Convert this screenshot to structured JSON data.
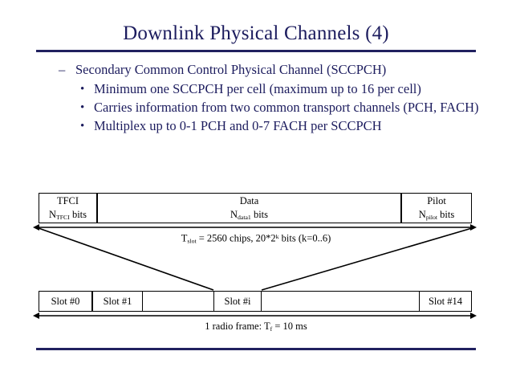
{
  "slide": {
    "title": "Downlink Physical Channels (4)",
    "title_color": "#1c1c5e",
    "rule_color": "#21215f",
    "background": "#ffffff"
  },
  "bullets": {
    "dash_marker": "–",
    "dot_marker": "•",
    "level1": "Secondary Common Control Physical Channel (SCCPCH)",
    "level2": [
      "Minimum one SCCPCH per cell (maximum up to 16 per cell)",
      "Carries information from two common transport channels (PCH, FACH)",
      "Multiplex up to 0-1 PCH and 0-7 FACH per SCCPCH"
    ]
  },
  "diagram": {
    "line_color": "#000000",
    "slot_fields": [
      {
        "name": "TFCI",
        "label": "TFCI",
        "bits_prefix": "N",
        "bits_sub": "TFCI",
        "bits_suffix": " bits"
      },
      {
        "name": "Data",
        "label": "Data",
        "bits_prefix": "N",
        "bits_sub": "data1",
        "bits_suffix": " bits"
      },
      {
        "name": "Pilot",
        "label": "Pilot",
        "bits_prefix": "N",
        "bits_sub": "pilot",
        "bits_suffix": " bits"
      }
    ],
    "slot_caption": {
      "prefix": "T",
      "sub": "slot",
      "mid": " = 2560 chips, 20*2",
      "sup": "k",
      "suffix": " bits (k=0..6)"
    },
    "slots": [
      {
        "label": "Slot #0"
      },
      {
        "label": "Slot #1"
      },
      {
        "label": "Slot #i"
      },
      {
        "label": "Slot #14"
      }
    ],
    "frame_caption": {
      "prefix": "1 radio frame: T",
      "sub": "f",
      "suffix": " = 10 ms"
    }
  }
}
